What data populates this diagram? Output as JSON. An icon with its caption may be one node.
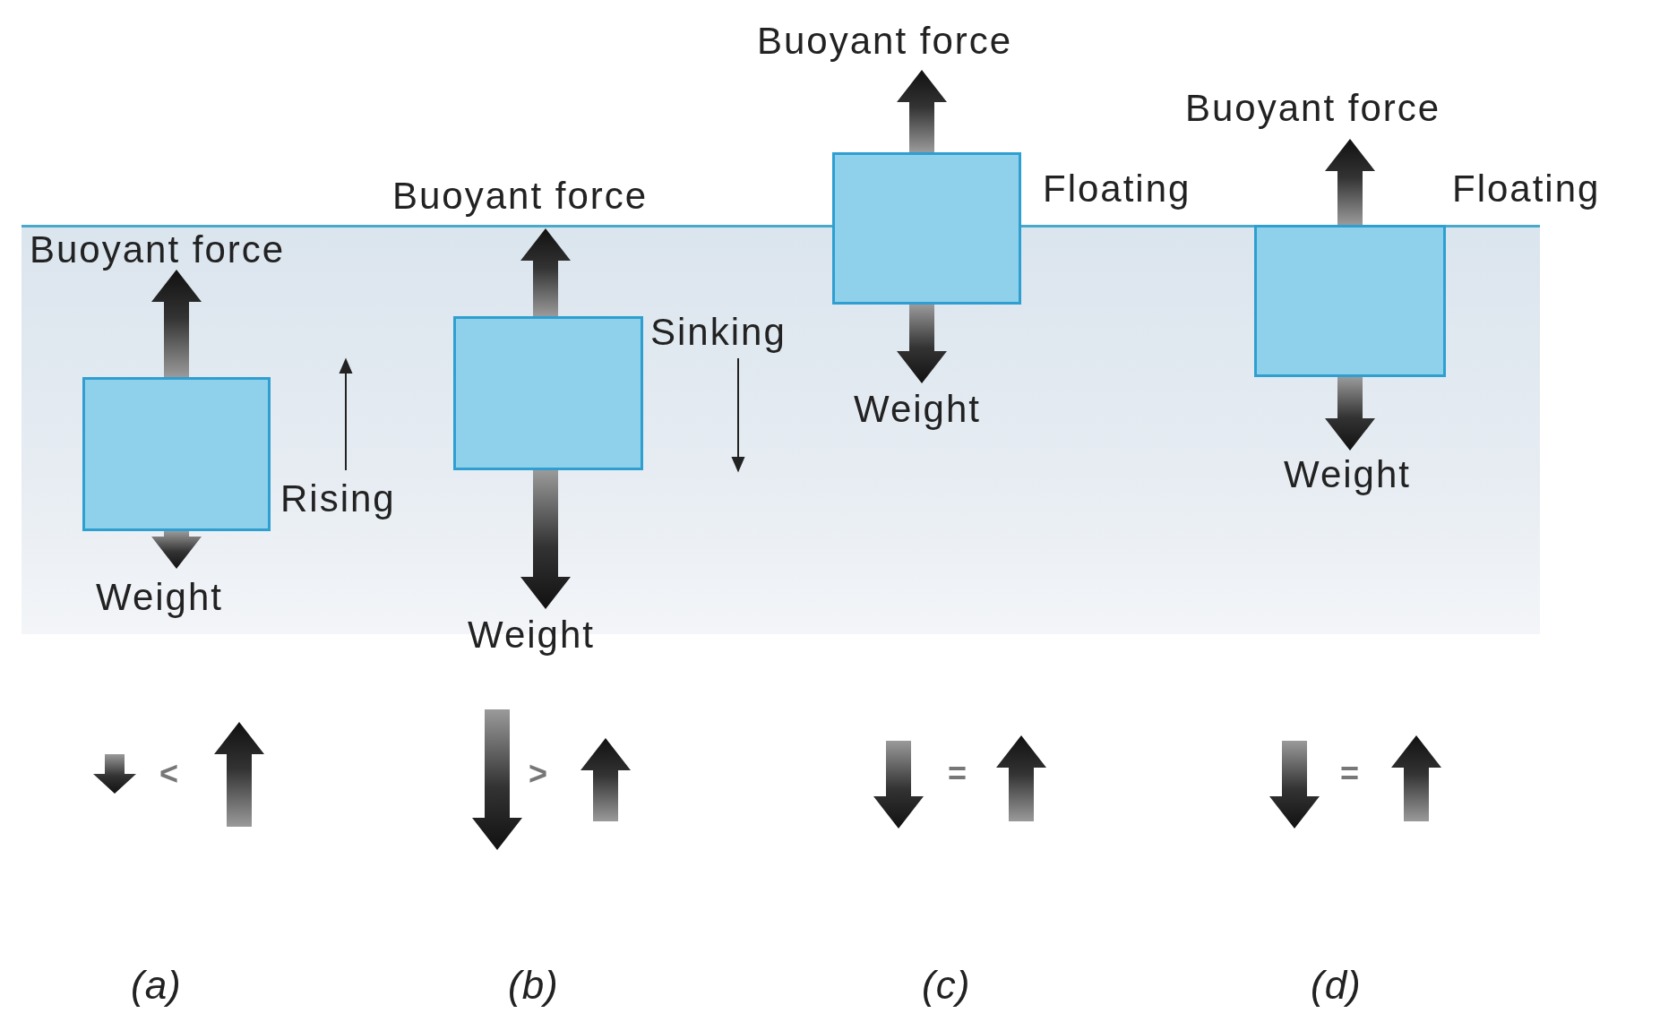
{
  "diagram": {
    "nodes": [
      {
        "text": [],
        "shape": "box"
      },
      {
        "text": [],
        "shape": "box"
      },
      {
        "text": [],
        "shape": "box"
      },
      {
        "text": [],
        "shape": "box"
      }
    ],
    "labels": [
      "Buoyant force",
      "Buoyant force",
      "Buoyant force",
      "Floating",
      "Floating",
      "Buoyant force",
      "Sinking",
      "Weight",
      "Weight",
      "Rising",
      "Weight",
      "Weight",
      "<",
      ">",
      "=",
      "=",
      "(a)",
      "(b)",
      "(c)",
      "(d)"
    ]
  }
}
